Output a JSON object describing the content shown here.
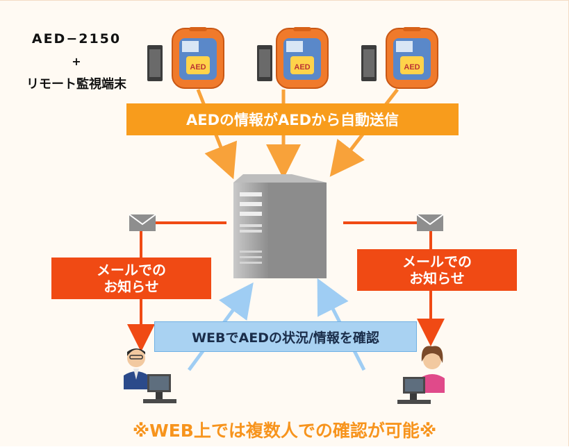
{
  "device": {
    "model": "AED−2150",
    "plus": "+",
    "terminal": "リモート監視端末"
  },
  "banner_auto_send": "AEDの情報がAEDから自動送信",
  "mail_notice": {
    "left": [
      "メールでの",
      "お知らせ"
    ],
    "right": [
      "メールでの",
      "お知らせ"
    ]
  },
  "web_check": "WEBでAEDの状況/情報を確認",
  "aed_unit_label": "AED",
  "footer_note": "※WEB上では複数人での確認が可能※",
  "colors": {
    "orange": "#f89c1c",
    "red": "#f04a14",
    "blue_box": "#a9d2f2",
    "blue_arrow": "#9fcdf3",
    "footer_text": "#f7941d"
  }
}
